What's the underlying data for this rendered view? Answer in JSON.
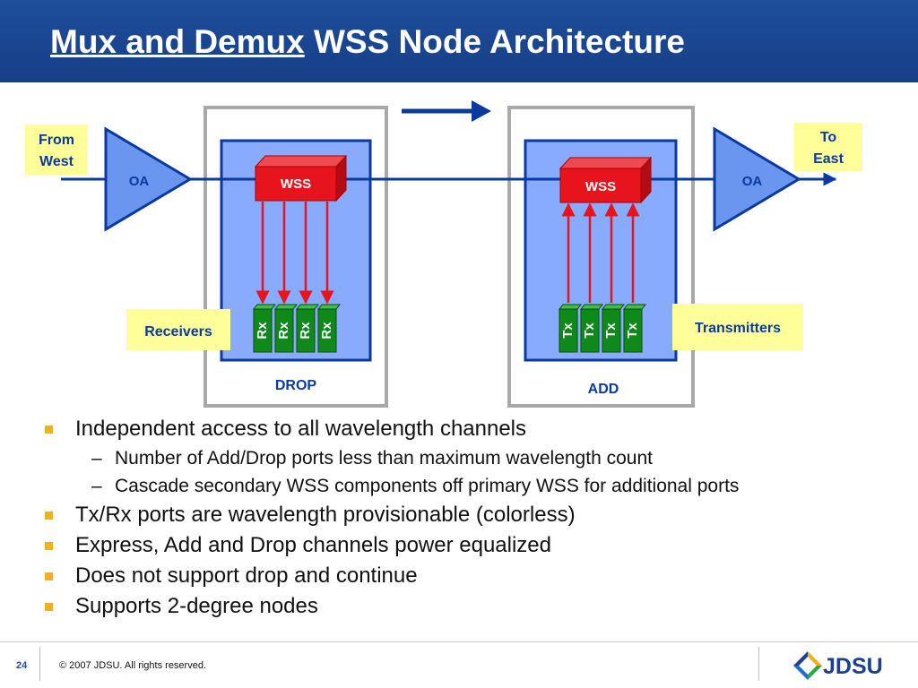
{
  "slide": {
    "title_underlined": "Mux and Demux",
    "title_rest": " WSS Node Architecture",
    "page_number": "24",
    "copyright": "© 2007 JDSU. All rights reserved.",
    "logo_text": "JDSU"
  },
  "diagram": {
    "from_label": [
      "From",
      "West"
    ],
    "to_label": [
      "To",
      "East"
    ],
    "amplifier_label": "OA",
    "wss_label": "WSS",
    "drop_label": "DROP",
    "add_label": "ADD",
    "receivers_label": "Receivers",
    "transmitters_label": "Transmitters",
    "rx_label": "Rx",
    "tx_label": "Tx"
  },
  "colors": {
    "title_bar": "#1f4e9c",
    "line_blue": "#0b3a9e",
    "module_fill": "#88aaff",
    "amp_fill": "#6a96f0",
    "wss_red": "#e8141d",
    "port_green": "#0f8a1a",
    "callout_yellow": "#ffff99",
    "bullet_orange": "#f2b01e"
  },
  "bullets": [
    {
      "level": 1,
      "text": "Independent access to all wavelength channels"
    },
    {
      "level": 2,
      "text": "Number of Add/Drop ports less than maximum wavelength count"
    },
    {
      "level": 2,
      "text": "Cascade secondary WSS components off primary WSS for additional ports"
    },
    {
      "level": 1,
      "text": "Tx/Rx ports are wavelength provisionable (colorless)"
    },
    {
      "level": 1,
      "text": "Express, Add and Drop channels power equalized"
    },
    {
      "level": 1,
      "text": "Does not support drop and continue"
    },
    {
      "level": 1,
      "text": "Supports 2-degree nodes"
    }
  ]
}
